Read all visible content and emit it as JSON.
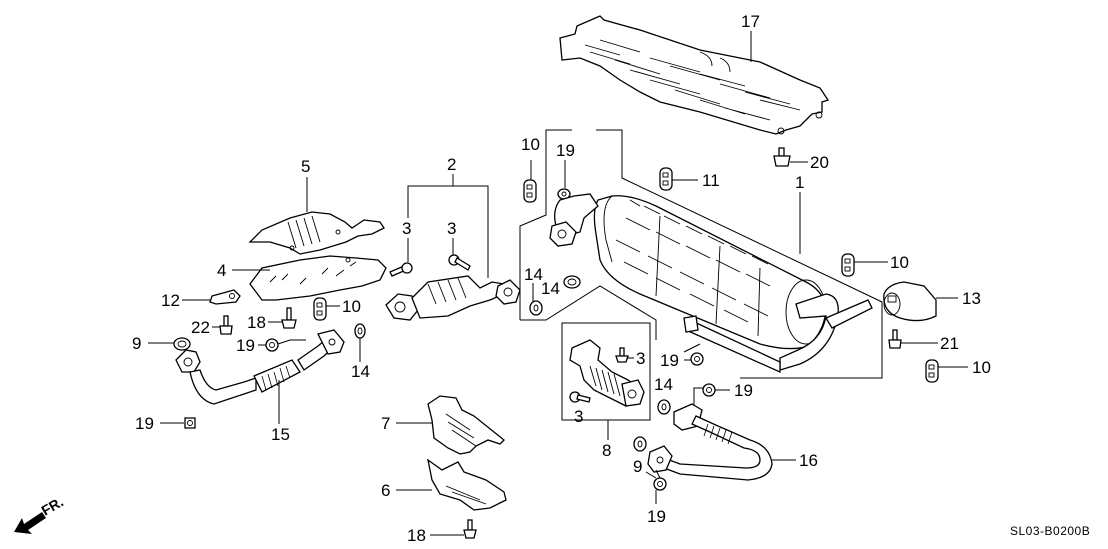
{
  "diagram": {
    "title": "Exhaust system parts diagram",
    "drawing_code": "SL03-B0200B",
    "direction_indicator": "FR.",
    "colors": {
      "line": "#000000",
      "background": "#ffffff"
    }
  },
  "callouts": [
    {
      "id": "c17",
      "label": "17",
      "part": "floor heat shield"
    },
    {
      "id": "c20",
      "label": "20",
      "part": "flange bolt"
    },
    {
      "id": "c2",
      "label": "2",
      "part": "catalytic converter assembly"
    },
    {
      "id": "c3a",
      "label": "3",
      "part": "bolt"
    },
    {
      "id": "c3b",
      "label": "3",
      "part": "bolt"
    },
    {
      "id": "c5",
      "label": "5",
      "part": "upper heat shield"
    },
    {
      "id": "c4",
      "label": "4",
      "part": "lower heat shield"
    },
    {
      "id": "c12",
      "label": "12",
      "part": "bracket"
    },
    {
      "id": "c22",
      "label": "22",
      "part": "bolt"
    },
    {
      "id": "c18a",
      "label": "18",
      "part": "bolt"
    },
    {
      "id": "c10a",
      "label": "10",
      "part": "rubber mount"
    },
    {
      "id": "c9a",
      "label": "9",
      "part": "gasket"
    },
    {
      "id": "c19a",
      "label": "19",
      "part": "self-locking nut"
    },
    {
      "id": "c14a",
      "label": "14",
      "part": "gasket"
    },
    {
      "id": "c19b",
      "label": "19",
      "part": "self-locking nut"
    },
    {
      "id": "c15",
      "label": "15",
      "part": "exhaust pipe A"
    },
    {
      "id": "c10b",
      "label": "10",
      "part": "rubber mount"
    },
    {
      "id": "c19c",
      "label": "19",
      "part": "self-locking nut"
    },
    {
      "id": "c11",
      "label": "11",
      "part": "rubber mount"
    },
    {
      "id": "c1",
      "label": "1",
      "part": "muffler assembly"
    },
    {
      "id": "c14b",
      "label": "14",
      "part": "gasket"
    },
    {
      "id": "c14c",
      "label": "14",
      "part": "gasket"
    },
    {
      "id": "c10c",
      "label": "10",
      "part": "rubber mount"
    },
    {
      "id": "c13",
      "label": "13",
      "part": "muffler tip cover"
    },
    {
      "id": "c21",
      "label": "21",
      "part": "bolt"
    },
    {
      "id": "c10d",
      "label": "10",
      "part": "rubber mount"
    },
    {
      "id": "c19d",
      "label": "19",
      "part": "self-locking nut"
    },
    {
      "id": "c3c",
      "label": "3",
      "part": "bolt"
    },
    {
      "id": "c3d",
      "label": "3",
      "part": "bolt"
    },
    {
      "id": "c8",
      "label": "8",
      "part": "converter assembly"
    },
    {
      "id": "c14d",
      "label": "14",
      "part": "gasket"
    },
    {
      "id": "c19e",
      "label": "19",
      "part": "self-locking nut"
    },
    {
      "id": "c9b",
      "label": "9",
      "part": "gasket"
    },
    {
      "id": "c16",
      "label": "16",
      "part": "exhaust pipe B"
    },
    {
      "id": "c19f",
      "label": "19",
      "part": "self-locking nut"
    },
    {
      "id": "c7",
      "label": "7",
      "part": "heat shield"
    },
    {
      "id": "c6",
      "label": "6",
      "part": "heat shield"
    },
    {
      "id": "c18b",
      "label": "18",
      "part": "bolt"
    }
  ]
}
